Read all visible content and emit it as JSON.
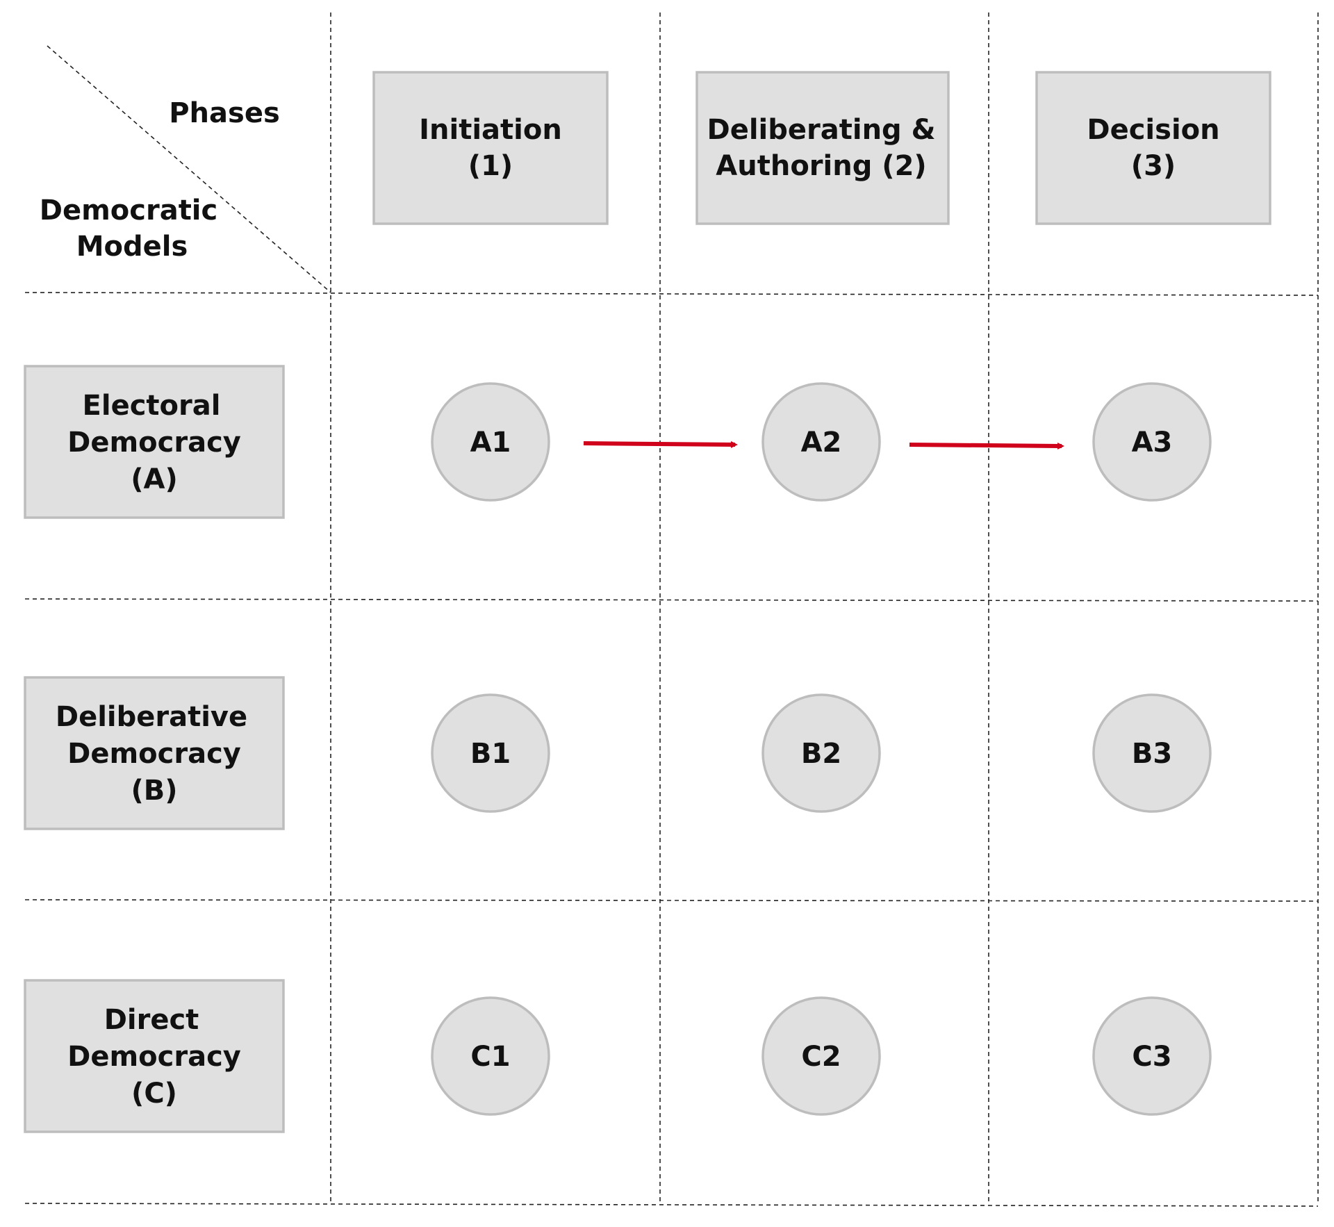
{
  "corner": {
    "phases_label": "Phases",
    "models_label": [
      "Democratic",
      "Models"
    ]
  },
  "phases": [
    {
      "lines": [
        "Initiation",
        "(1)"
      ]
    },
    {
      "lines": [
        "Deliberating &",
        "Authoring (2)"
      ]
    },
    {
      "lines": [
        "Decision",
        "(3)"
      ]
    }
  ],
  "models": [
    {
      "lines": [
        "Electoral",
        "Democracy",
        "(A)"
      ]
    },
    {
      "lines": [
        "Deliberative",
        "Democracy",
        "(B)"
      ]
    },
    {
      "lines": [
        "Direct",
        "Democracy",
        "(C)"
      ]
    }
  ],
  "nodes": [
    [
      "A1",
      "A2",
      "A3"
    ],
    [
      "B1",
      "B2",
      "B3"
    ],
    [
      "C1",
      "C2",
      "C3"
    ]
  ],
  "arrows": [
    {
      "from": "A1",
      "to": "A2"
    },
    {
      "from": "A2",
      "to": "A3"
    }
  ],
  "colors": {
    "arrow": "#d0021b",
    "box_fill": "#e0e0e0",
    "box_stroke": "#bdbdbd"
  }
}
